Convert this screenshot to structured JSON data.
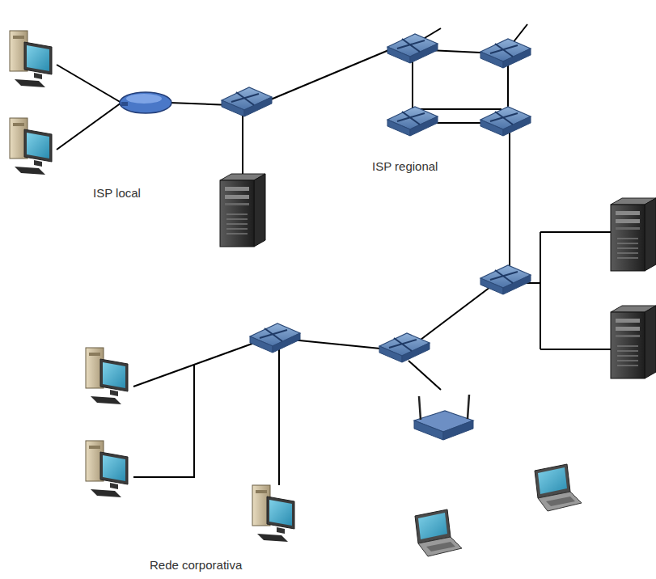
{
  "diagram": {
    "labels": [
      "ISP local",
      "ISP regional",
      "Rede corporativa"
    ]
  }
}
